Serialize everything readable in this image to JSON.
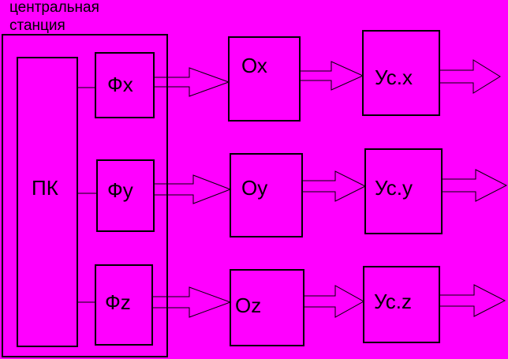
{
  "colors": {
    "background": "#ff00ff",
    "stroke": "#000000"
  },
  "central_station": {
    "label_line1": "центральная",
    "label_line2": "станция"
  },
  "pc": {
    "label": "ПК"
  },
  "channels": [
    {
      "former": "Фх",
      "object": "Ох",
      "amplifier": "Ус.х"
    },
    {
      "former": "Фу",
      "object": "Оу",
      "amplifier": "Ус.у"
    },
    {
      "former": "Фz",
      "object": "Оz",
      "amplifier": "Ус.z"
    }
  ]
}
